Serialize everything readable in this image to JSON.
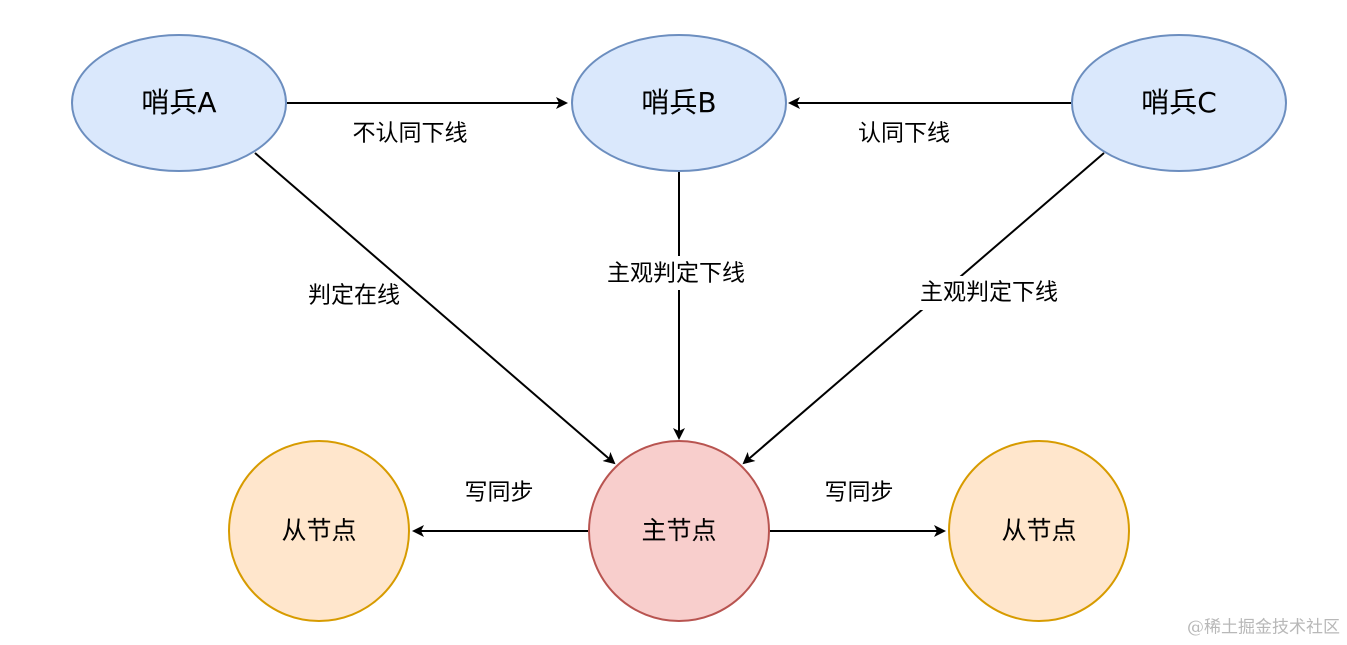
{
  "nodes": {
    "sentinel_a": {
      "label": "哨兵A",
      "fill": "#dae8fc",
      "stroke": "#6c8ebf"
    },
    "sentinel_b": {
      "label": "哨兵B",
      "fill": "#dae8fc",
      "stroke": "#6c8ebf"
    },
    "sentinel_c": {
      "label": "哨兵C",
      "fill": "#dae8fc",
      "stroke": "#6c8ebf"
    },
    "master": {
      "label": "主节点",
      "fill": "#f8cecc",
      "stroke": "#b85450"
    },
    "slave_left": {
      "label": "从节点",
      "fill": "#ffe6cc",
      "stroke": "#d79b00"
    },
    "slave_right": {
      "label": "从节点",
      "fill": "#ffe6cc",
      "stroke": "#d79b00"
    }
  },
  "edges": {
    "a_to_b": {
      "label": "不认同下线"
    },
    "c_to_b": {
      "label": "认同下线"
    },
    "a_to_master": {
      "label": "判定在线"
    },
    "b_to_master": {
      "label": "主观判定下线"
    },
    "c_to_master": {
      "label": "主观判定下线"
    },
    "master_to_slave_left": {
      "label": "写同步"
    },
    "master_to_slave_right": {
      "label": "写同步"
    }
  },
  "watermark": "@稀土掘金技术社区"
}
